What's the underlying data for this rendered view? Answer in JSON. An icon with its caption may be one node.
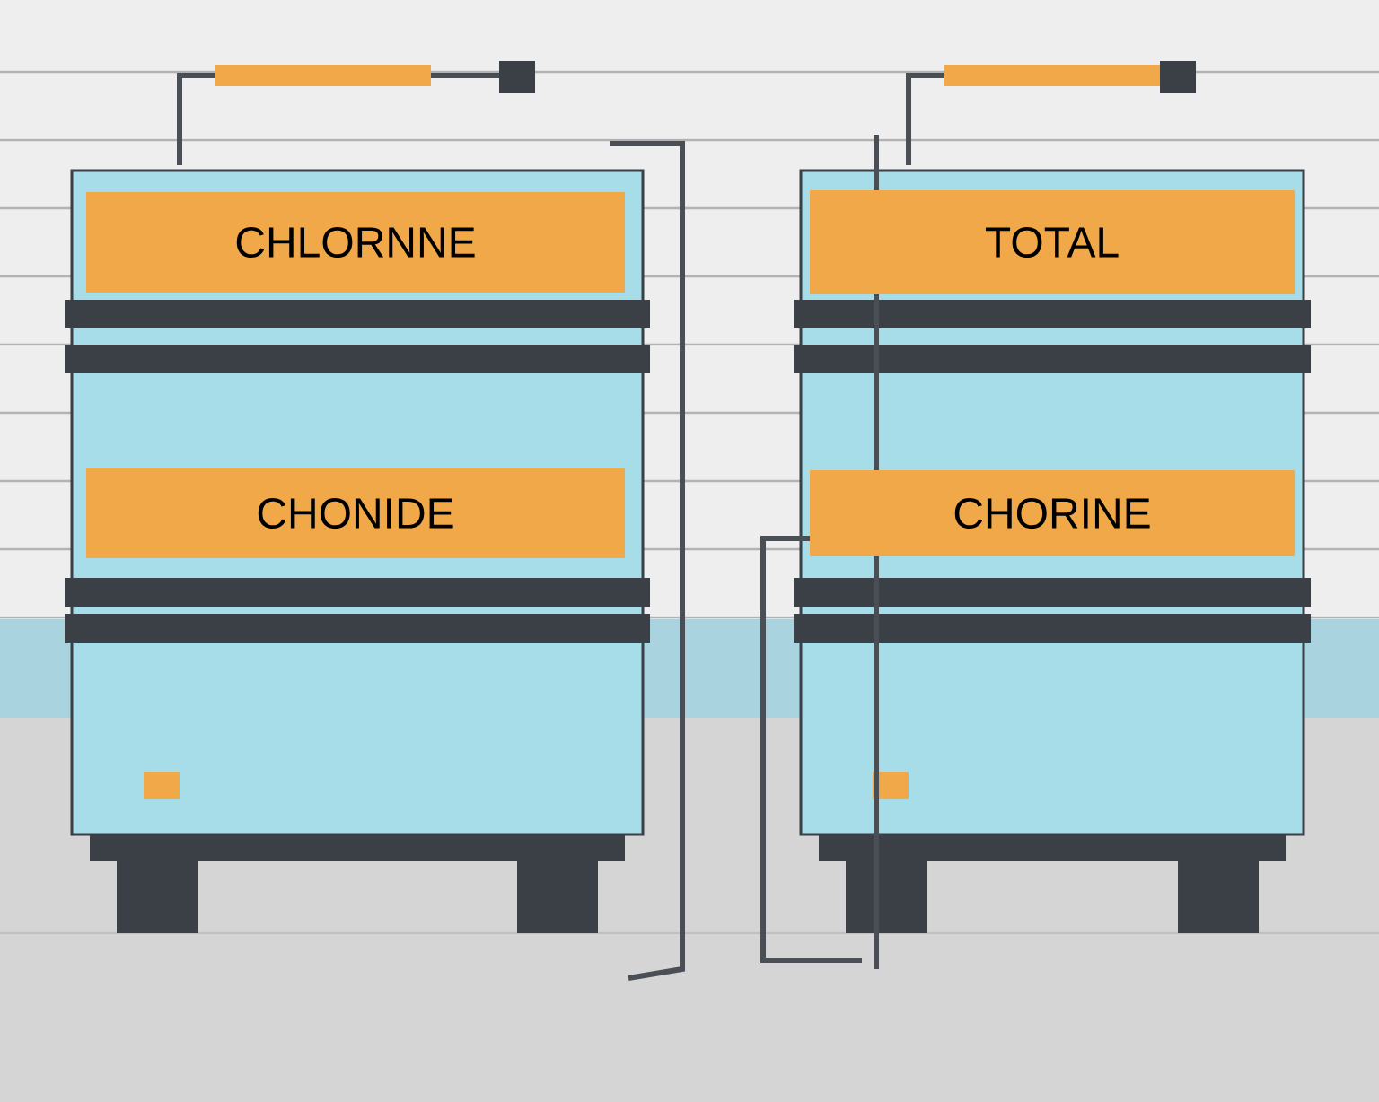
{
  "diagram": {
    "nodes": [
      {
        "text": [
          "CHLORNNE"
        ]
      },
      {
        "text": [
          "CHONIDE"
        ]
      },
      {
        "text": [
          "TOTAL"
        ]
      },
      {
        "text": [
          "CHORINE"
        ]
      }
    ]
  }
}
